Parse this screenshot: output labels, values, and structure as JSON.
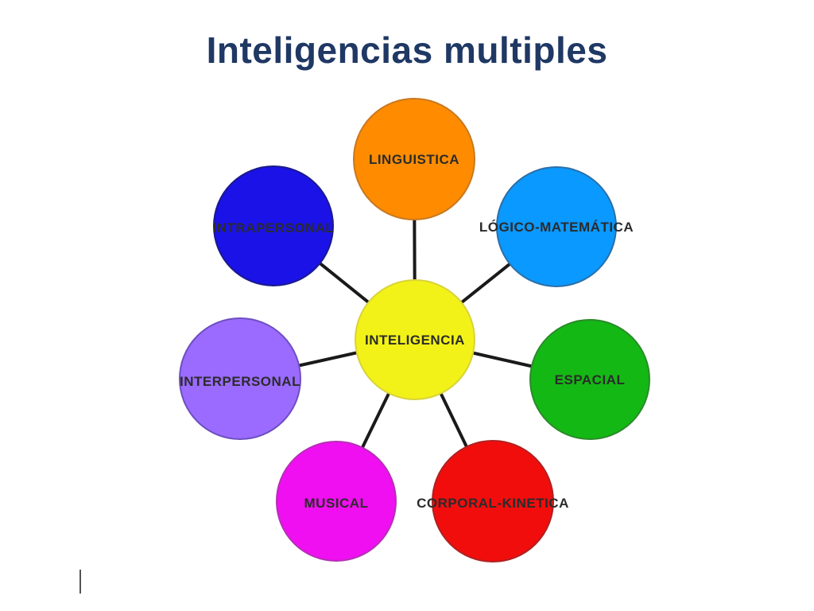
{
  "slide": {
    "title": "Inteligencias multiples"
  },
  "diagram": {
    "center": {
      "label": "INTELIGENCIA",
      "color": "#f2f218",
      "stroke": "#d8d33a"
    },
    "nodes": [
      {
        "id": "linguistica",
        "label": "LINGUISTICA",
        "color": "#ff8c00",
        "stroke": "#c9781f"
      },
      {
        "id": "logico-matematica",
        "label": "LÓGICO-MATEMÁTICA",
        "color": "#0a99ff",
        "stroke": "#2a6fa8"
      },
      {
        "id": "espacial",
        "label": "ESPACIAL",
        "color": "#14b814",
        "stroke": "#2a8a2a"
      },
      {
        "id": "corporal-kinetica",
        "label": "CORPORAL-KINETICA",
        "color": "#f20d0d",
        "stroke": "#b02020"
      },
      {
        "id": "musical",
        "label": "MUSICAL",
        "color": "#f00ff0",
        "stroke": "#b52fb5"
      },
      {
        "id": "interpersonal",
        "label": "INTERPERSONAL",
        "color": "#9b6bff",
        "stroke": "#6e4fc0"
      },
      {
        "id": "intrapersonal",
        "label": "INTRAPERSONAL",
        "color": "#1a12e6",
        "stroke": "#1a1a8c"
      }
    ]
  }
}
